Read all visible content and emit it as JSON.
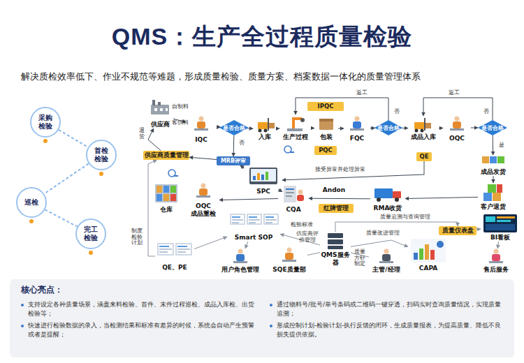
{
  "diagram": {
    "title": "QMS：生产全过程质量检验",
    "nodes": [
      {
        "text": [
          "采购检验"
        ]
      },
      {
        "text": [
          "首检检验"
        ]
      },
      {
        "text": [
          "巡检"
        ]
      },
      {
        "text": [
          "完工检验"
        ]
      },
      {
        "text": [
          "供应商"
        ]
      },
      {
        "text": [
          "IQC"
        ]
      },
      {
        "text": [
          "是否合格"
        ]
      },
      {
        "text": [
          "入库"
        ]
      },
      {
        "text": [
          "IPQC"
        ]
      },
      {
        "text": [
          "生产过程"
        ]
      },
      {
        "text": [
          "包装"
        ]
      },
      {
        "text": [
          "FQC"
        ]
      },
      {
        "text": [
          "是否合格"
        ]
      },
      {
        "text": [
          "成品入库"
        ]
      },
      {
        "text": [
          "OQC"
        ]
      },
      {
        "text": [
          "是否合格"
        ]
      },
      {
        "text": [
          "供应商质量管理"
        ]
      },
      {
        "text": [
          "MRB评审"
        ]
      },
      {
        "text": [
          "PQC"
        ]
      },
      {
        "text": [
          "QE"
        ]
      },
      {
        "text": [
          "SPC"
        ]
      },
      {
        "text": [
          "成品发货"
        ]
      },
      {
        "text": [
          "仓库"
        ]
      },
      {
        "text": [
          "OQC",
          "成品重检"
        ]
      },
      {
        "text": [
          "CQA"
        ]
      },
      {
        "text": [
          "红牌管理"
        ]
      },
      {
        "text": [
          "RMA收货"
        ]
      },
      {
        "text": [
          "客户退货"
        ]
      },
      {
        "text": [
          "Smart SOP"
        ]
      },
      {
        "text": [
          "质量仪表盘"
        ]
      },
      {
        "text": [
          "BI看板"
        ]
      },
      {
        "text": [
          "QE、PE"
        ]
      },
      {
        "text": [
          "用户角色管理"
        ]
      },
      {
        "text": [
          "SQE质量部"
        ]
      },
      {
        "text": [
          "QMS服务器"
        ]
      },
      {
        "text": [
          "主管/经理"
        ]
      },
      {
        "text": [
          "CAPA"
        ]
      },
      {
        "text": [
          "售后服务"
        ]
      },
      {
        "text": [
          "核心亮点：",
          "支持设定各种质量场景，涵盖来料检验、首件、末件过程巡检、成品入库检、出货检验等；",
          "通过物料号/批号/单号条码或二维码一键穿透，扫码实时查询质量情况，实现质量追溯；",
          "快速进行检验数据的录入，当检测结果和标准有差异的时候，系统会自动产生预警或者是提醒；",
          "形成控制计划-检验计划-执行反馈的闭环，生成质量报表，为提高质量、降低不良损失提供依据。"
        ]
      }
    ],
    "edges": [
      {
        "from": 0,
        "to": 1,
        "arrow": "none"
      },
      {
        "from": 1,
        "to": 2,
        "arrow": "none"
      },
      {
        "from": 2,
        "to": 3,
        "arrow": "none"
      },
      {
        "from": 4,
        "to": 5,
        "arrow": "to"
      },
      {
        "from": 5,
        "to": 6,
        "arrow": "to"
      },
      {
        "from": 6,
        "to": 7,
        "arrow": "to"
      },
      {
        "from": 6,
        "to": 17,
        "arrow": "to"
      },
      {
        "from": 17,
        "to": 16,
        "arrow": "to"
      },
      {
        "from": 16,
        "to": 4,
        "arrow": "to"
      },
      {
        "from": 7,
        "to": 9,
        "arrow": "to"
      },
      {
        "from": 9,
        "to": 10,
        "arrow": "to"
      },
      {
        "from": 10,
        "to": 11,
        "arrow": "to"
      },
      {
        "from": 11,
        "to": 12,
        "arrow": "to"
      },
      {
        "from": 12,
        "to": 13,
        "arrow": "to"
      },
      {
        "from": 12,
        "to": 9,
        "arrow": "to"
      },
      {
        "from": 13,
        "to": 14,
        "arrow": "to"
      },
      {
        "from": 14,
        "to": 15,
        "arrow": "to"
      },
      {
        "from": 15,
        "to": 13,
        "arrow": "to"
      },
      {
        "from": 15,
        "to": 21,
        "arrow": "to"
      },
      {
        "from": 21,
        "to": 27,
        "arrow": "to"
      },
      {
        "from": 27,
        "to": 26,
        "arrow": "to"
      },
      {
        "from": 26,
        "to": 24,
        "arrow": "to"
      },
      {
        "from": 24,
        "to": 20,
        "arrow": "to"
      },
      {
        "from": 19,
        "to": 20,
        "arrow": "to"
      },
      {
        "from": 20,
        "to": 17,
        "arrow": "to"
      },
      {
        "from": 24,
        "to": 23,
        "arrow": "to"
      },
      {
        "from": 31,
        "to": 28,
        "arrow": "to"
      },
      {
        "from": 34,
        "to": 28,
        "arrow": "to"
      },
      {
        "from": 28,
        "to": 32,
        "arrow": "to"
      },
      {
        "from": 34,
        "to": 33,
        "arrow": "none"
      },
      {
        "from": 34,
        "to": 35,
        "arrow": "none"
      },
      {
        "from": 34,
        "to": 36,
        "arrow": "to"
      },
      {
        "from": 34,
        "to": 29,
        "arrow": "to"
      },
      {
        "from": 29,
        "to": 30,
        "arrow": "to"
      },
      {
        "from": 30,
        "to": 37,
        "arrow": "to"
      },
      {
        "from": 31,
        "to": 16,
        "arrow": "to"
      }
    ],
    "labels": [
      "解决质检效率低下、作业不规范等难题，形成质量检验、质量方案、档案数据一体化的质量管理体系",
      "自制料",
      "客供料",
      "退货",
      "否",
      "返工",
      "否",
      "返工",
      "否",
      "是",
      "接受异常并处理异常",
      "Andon",
      "质量追溯与查询管理",
      "制度检验计划",
      "检验标准",
      "供应商评价管理",
      "质量改进管理",
      "质量方针制定"
    ]
  }
}
